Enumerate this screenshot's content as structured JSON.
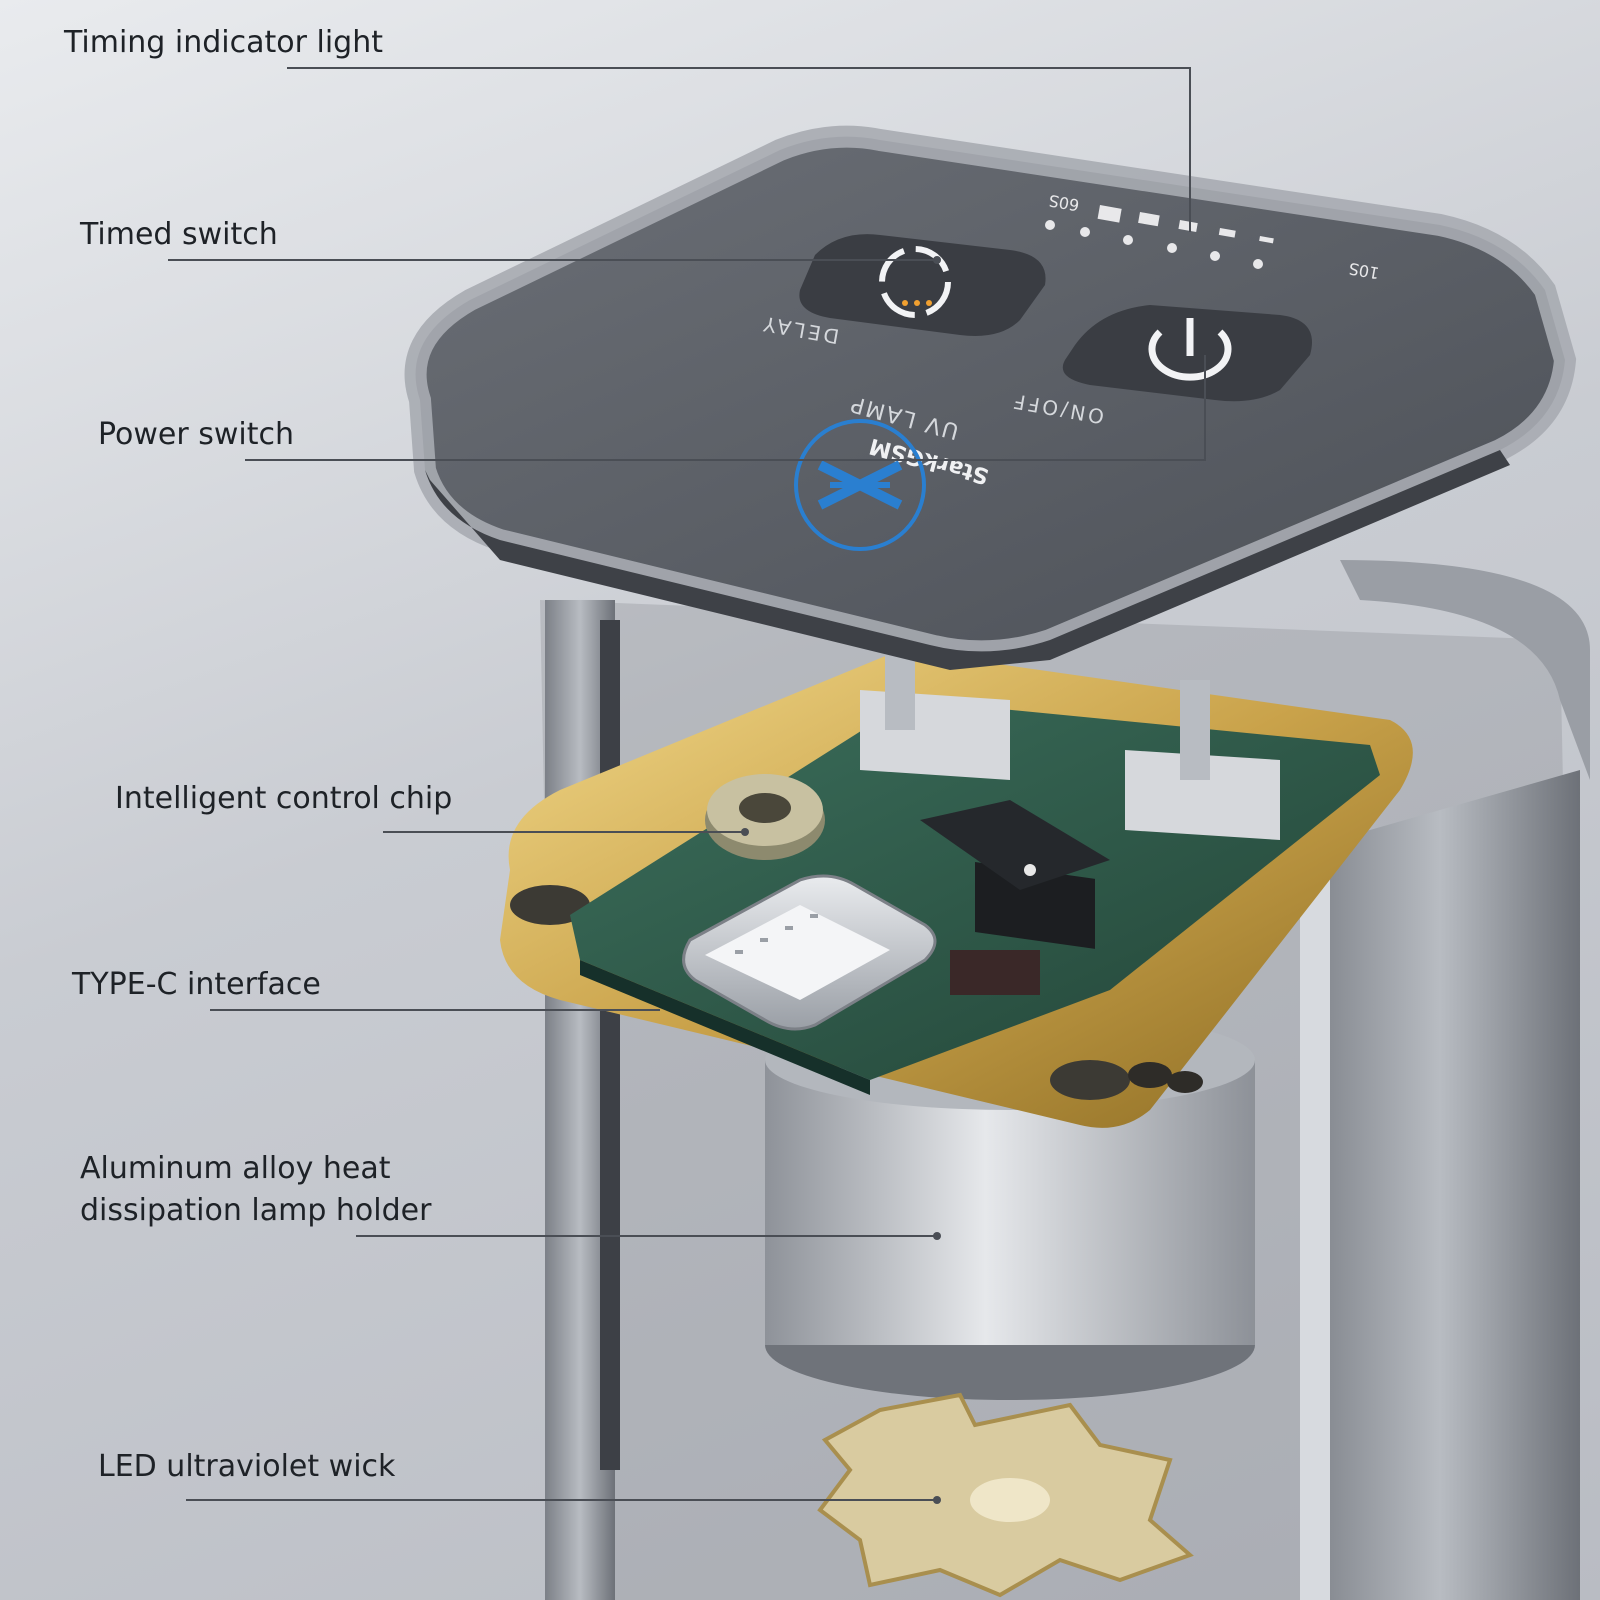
{
  "callouts": [
    {
      "id": "timing-indicator-light",
      "text": "Timing indicator light"
    },
    {
      "id": "timed-switch",
      "text": "Timed switch"
    },
    {
      "id": "power-switch",
      "text": "Power switch"
    },
    {
      "id": "intelligent-control-chip",
      "text": "Intelligent control chip"
    },
    {
      "id": "type-c-interface",
      "text": "TYPE-C interface"
    },
    {
      "id": "heat-dissipation-lamp-holder",
      "text": "Aluminum alloy heat dissipation lamp holder"
    },
    {
      "id": "led-ultraviolet-wick",
      "text": "LED ultraviolet wick"
    }
  ],
  "panel": {
    "brand": "StarkGSM",
    "product": "UV LAMP",
    "delay_label": "DELAY",
    "onoff_label": "ON/OFF",
    "timer_min": "10S",
    "timer_max": "60S"
  },
  "colors": {
    "background": "#c9ccd2",
    "panel": "#5b5f66",
    "bezel": "#9ea3aa",
    "pcb": "#2f5a4a",
    "gold": "#c9a24a",
    "logo_blue": "#2a7fd0",
    "indicator_orange": "#f0a030"
  }
}
